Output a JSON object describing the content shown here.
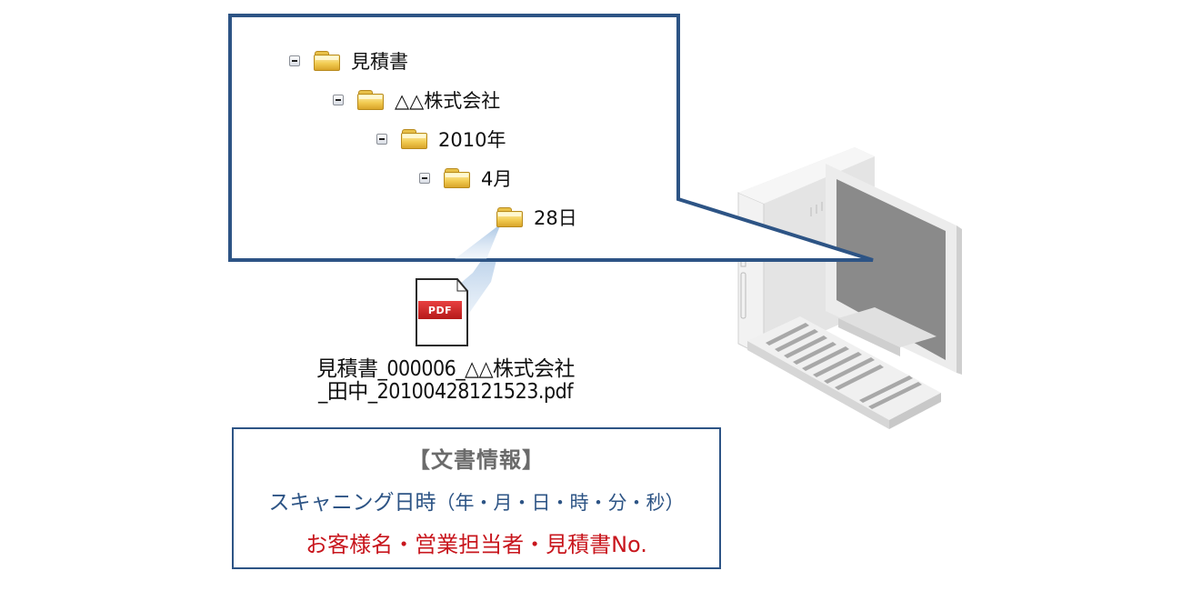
{
  "tree": {
    "items": [
      {
        "label": "見積書",
        "level": 0,
        "collapsible": true
      },
      {
        "label": "△△株式会社",
        "level": 1,
        "collapsible": true
      },
      {
        "label": "2010年",
        "level": 2,
        "collapsible": true
      },
      {
        "label": "4月",
        "level": 3,
        "collapsible": true
      },
      {
        "label": "28日",
        "level": 4,
        "collapsible": false
      }
    ]
  },
  "file": {
    "icon_label": "PDF",
    "name_line1": "見積書_000006_△△株式会社",
    "name_line2": "_田中_20100428121523.pdf"
  },
  "info": {
    "title": "【文書情報】",
    "line1_main": "スキャニング日時",
    "line1_sub": "（年・月・日・時・分・秒）",
    "line2": "お客様名・営業担当者・見積書No."
  },
  "colors": {
    "callout_border": "#2d5485",
    "info_blue": "#2d5485",
    "info_red": "#c8161d",
    "info_gray": "#6b6b6b",
    "pdf_red": "#c62020"
  }
}
